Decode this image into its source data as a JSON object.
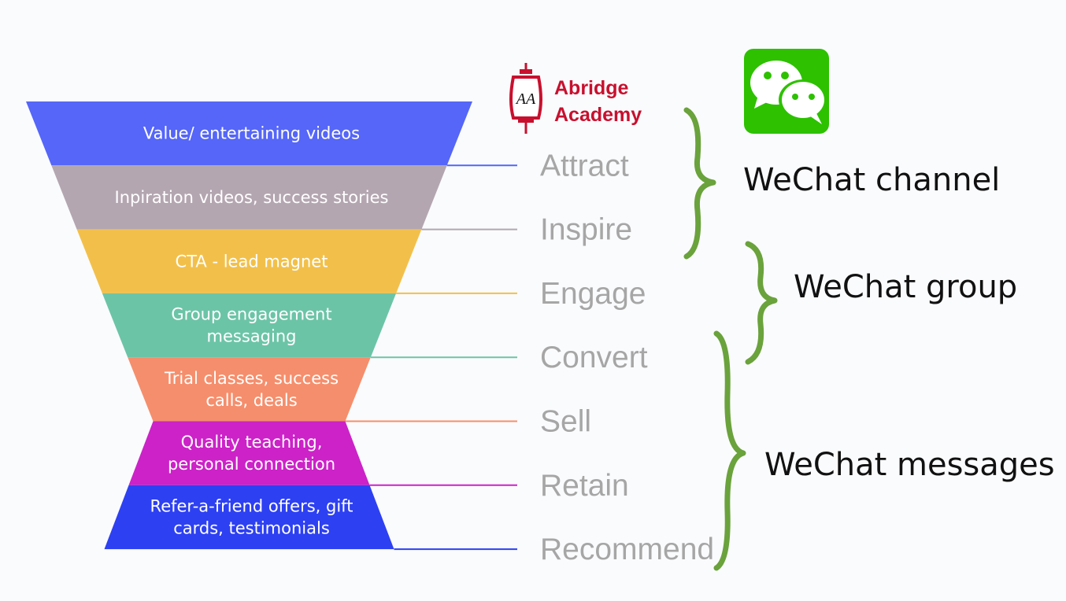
{
  "logo": {
    "line1": "Abridge",
    "line2": "Academy",
    "emblem_text": "AA",
    "color": "#c8102e"
  },
  "app_icon": {
    "name": "wechat-icon",
    "color": "#2dc100"
  },
  "funnel": [
    {
      "lines": [
        "Value/ entertaining videos"
      ],
      "stage": "Attract",
      "color": "#5566f8"
    },
    {
      "lines": [
        "Inpiration videos, success stories"
      ],
      "stage": "Inspire",
      "color": "#b4a6b0"
    },
    {
      "lines": [
        "CTA - lead magnet"
      ],
      "stage": "Engage",
      "color": "#f2c04a"
    },
    {
      "lines": [
        "Group engagement",
        "messaging"
      ],
      "stage": "Convert",
      "color": "#6cc4a7"
    },
    {
      "lines": [
        "Trial classes, success",
        "calls, deals"
      ],
      "stage": "Sell",
      "color": "#f58e6c"
    },
    {
      "lines": [
        "Quality teaching,",
        "personal connection"
      ],
      "stage": "Retain",
      "color": "#cc22c8"
    },
    {
      "lines": [
        "Refer-a-friend offers, gift",
        "cards, testimonials"
      ],
      "stage": "Recommend",
      "color": "#2d40f2"
    }
  ],
  "channels": [
    {
      "label": "WeChat channel"
    },
    {
      "label": "WeChat group"
    },
    {
      "label": "WeChat messages"
    }
  ],
  "brace_color": "#6aa23c"
}
